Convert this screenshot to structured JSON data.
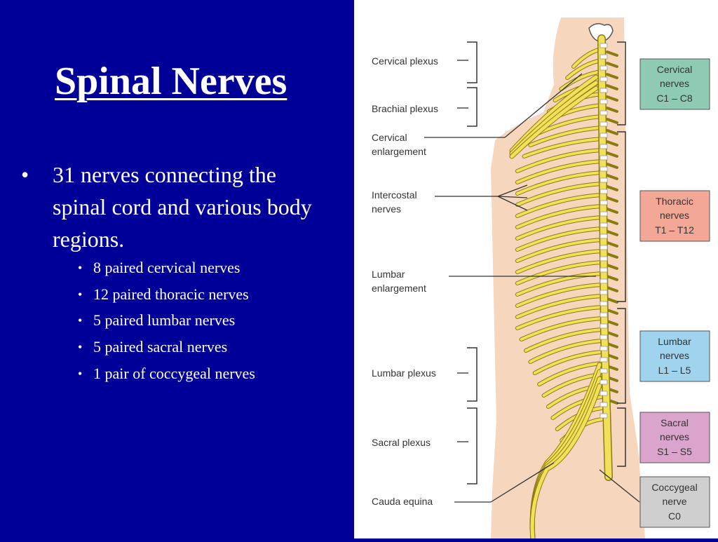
{
  "slide": {
    "title": "Spinal Nerves",
    "main_bullet": "31 nerves connecting the spinal cord and various body regions.",
    "sub_bullets": [
      "8 paired cervical nerves",
      "12 paired thoracic nerves",
      "5 paired lumbar nerves",
      "5 paired sacral nerves",
      "1 pair of coccygeal nerves"
    ]
  },
  "diagram": {
    "left_labels": {
      "cervical_plexus": "Cervical plexus",
      "brachial_plexus": "Brachial plexus",
      "cervical_enlargement_1": "Cervical",
      "cervical_enlargement_2": "enlargement",
      "intercostal_1": "Intercostal",
      "intercostal_2": "nerves",
      "lumbar_enlargement_1": "Lumbar",
      "lumbar_enlargement_2": "enlargement",
      "lumbar_plexus": "Lumbar plexus",
      "sacral_plexus": "Sacral plexus",
      "cauda_equina": "Cauda equina"
    },
    "groups": [
      {
        "line1": "Cervical",
        "line2": "nerves",
        "line3": "C1 – C8",
        "fill": "#8fcbb3"
      },
      {
        "line1": "Thoracic",
        "line2": "nerves",
        "line3": "T1 – T12",
        "fill": "#f3a897"
      },
      {
        "line1": "Lumbar",
        "line2": "nerves",
        "line3": "L1 – L5",
        "fill": "#9fd3ee"
      },
      {
        "line1": "Sacral",
        "line2": "nerves",
        "line3": "S1 – S5",
        "fill": "#dba4cc"
      },
      {
        "line1": "Coccygeal",
        "line2": "nerve",
        "line3": "C0",
        "fill": "#cfcfcf"
      }
    ],
    "colors": {
      "skin": "#f6d7bd",
      "nerve": "#f2e05a",
      "nerve_outline": "#8c7a12",
      "bracket": "#333333"
    }
  }
}
